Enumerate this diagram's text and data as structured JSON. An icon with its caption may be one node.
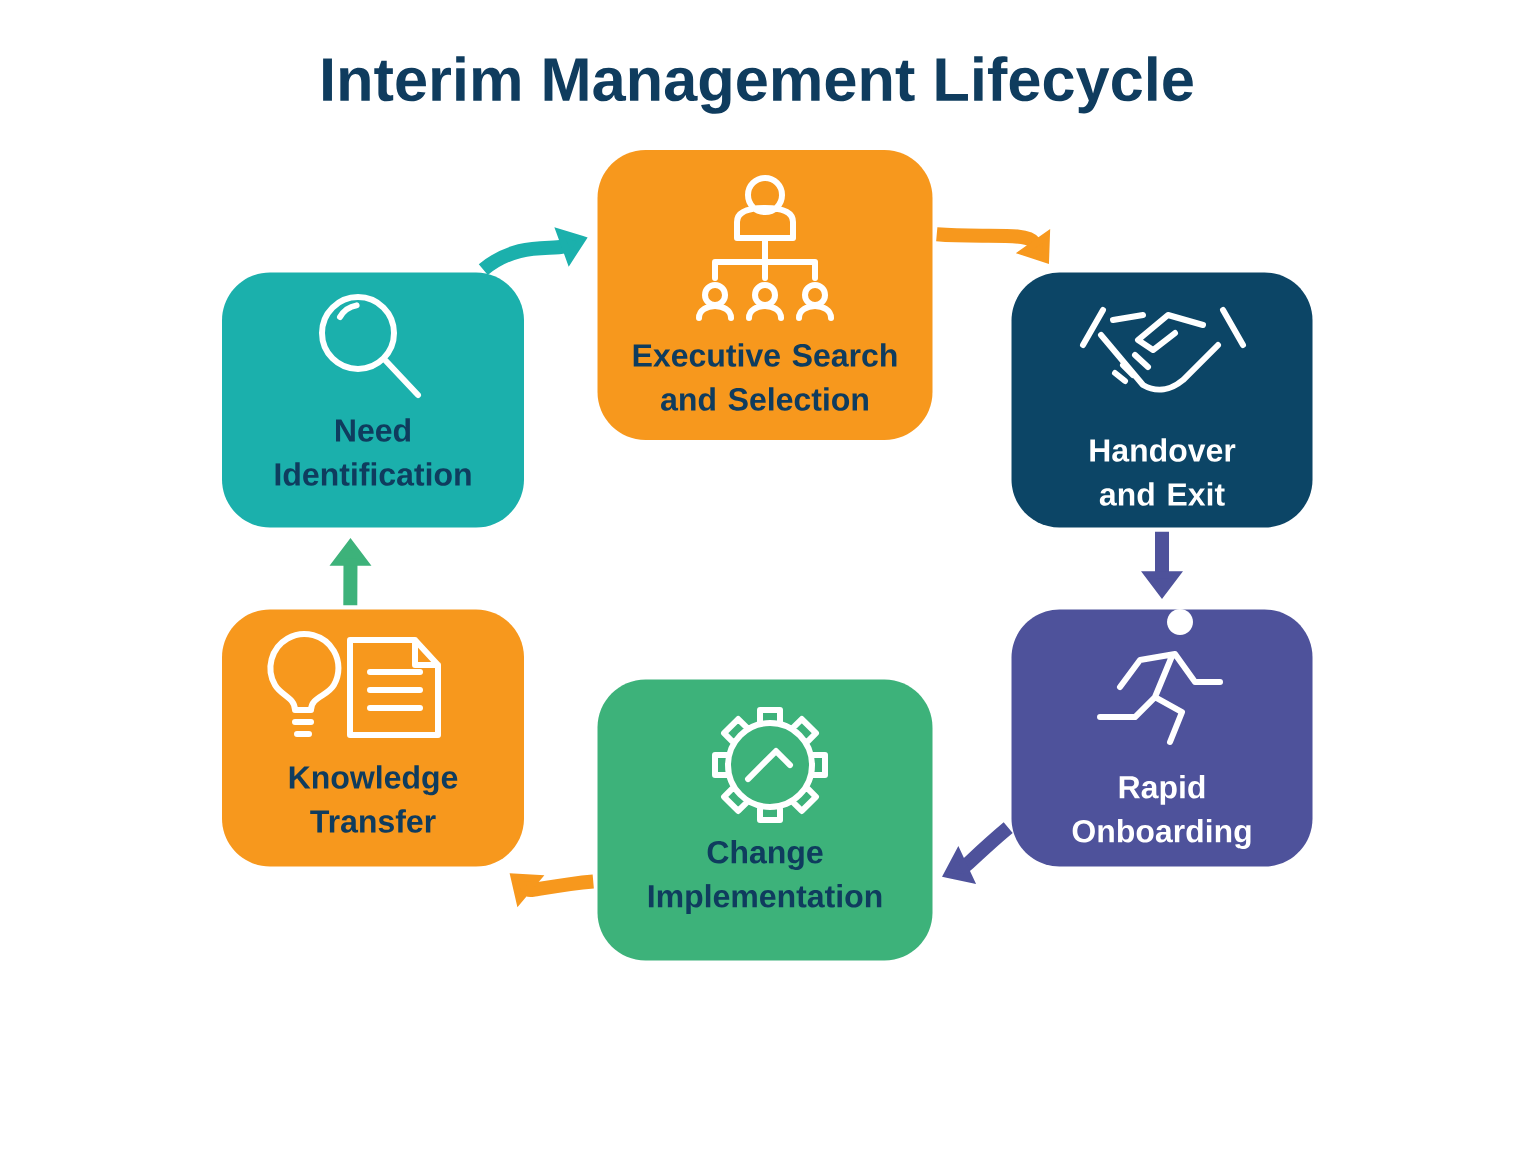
{
  "diagram": {
    "title": "Interim Management Lifecycle",
    "nodes": [
      {
        "text": [
          "Need Identification"
        ]
      },
      {
        "text": [
          "Executive Search and Selection"
        ]
      },
      {
        "text": [
          "Handover and Exit"
        ]
      },
      {
        "text": [
          "Rapid Onboarding"
        ]
      },
      {
        "text": [
          "Change Implementation"
        ]
      },
      {
        "text": [
          "Knowledge Transfer"
        ]
      }
    ],
    "edges": [
      {
        "from": 0,
        "to": 1,
        "arrow": "to",
        "color": "#1bb0ac"
      },
      {
        "from": 1,
        "to": 2,
        "arrow": "to",
        "color": "#f7981d"
      },
      {
        "from": 2,
        "to": 3,
        "arrow": "to",
        "color": "#4e529b"
      },
      {
        "from": 3,
        "to": 4,
        "arrow": "to",
        "color": "#4e529b"
      },
      {
        "from": 4,
        "to": 5,
        "arrow": "to",
        "color": "#f7981d"
      },
      {
        "from": 5,
        "to": 0,
        "arrow": "to",
        "color": "#3db27a"
      }
    ]
  }
}
